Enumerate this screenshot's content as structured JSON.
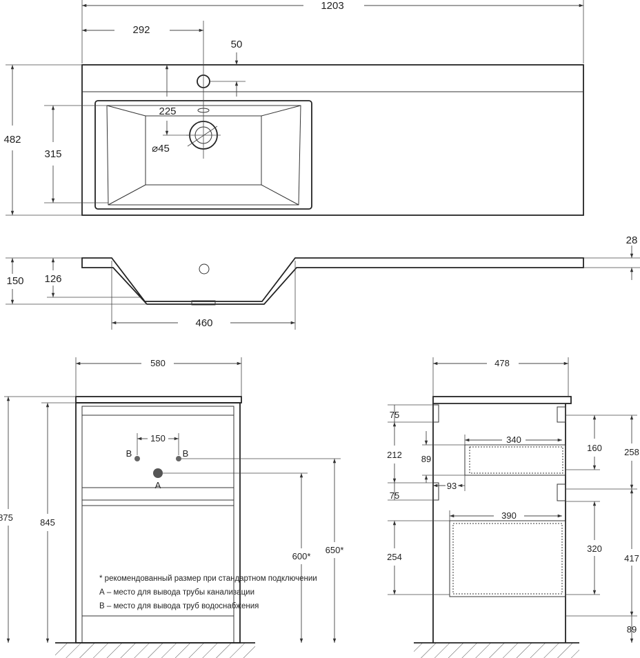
{
  "top_view": {
    "overall_width": "1203",
    "offset_to_tap": "292",
    "tap_from_edge": "50",
    "depth": "482",
    "basin_depth": "315",
    "overflow_to_drain": "225",
    "drain_diameter": "⌀45"
  },
  "side_view": {
    "slab_thickness": "28",
    "total_height": "150",
    "basin_height": "126",
    "basin_width": "460"
  },
  "front_view": {
    "width": "580",
    "height_total": "875",
    "height_body": "845",
    "supply_spacing": "150",
    "point_b_left": "B",
    "point_b_right": "B",
    "point_a": "A",
    "drain_height": "600*",
    "supply_height": "650*"
  },
  "notes": {
    "recommended": "* рекомендованный размер при стандартном подключении",
    "a_desc": "А – место для вывода трубы канализации",
    "b_desc": "В – место для вывода труб водоснабжения"
  },
  "section_view": {
    "depth": "478",
    "upper_rail": "75",
    "drawer_zone": "212",
    "drawer_height": "89",
    "drawer_setback": "93",
    "lower_rail": "75",
    "upper_drawer_depth": "340",
    "lower_drawer_depth": "390",
    "lower_zone": "254",
    "upper_front": "160",
    "upper_total": "258",
    "lower_front": "320",
    "lower_total": "417",
    "plinth": "89"
  }
}
